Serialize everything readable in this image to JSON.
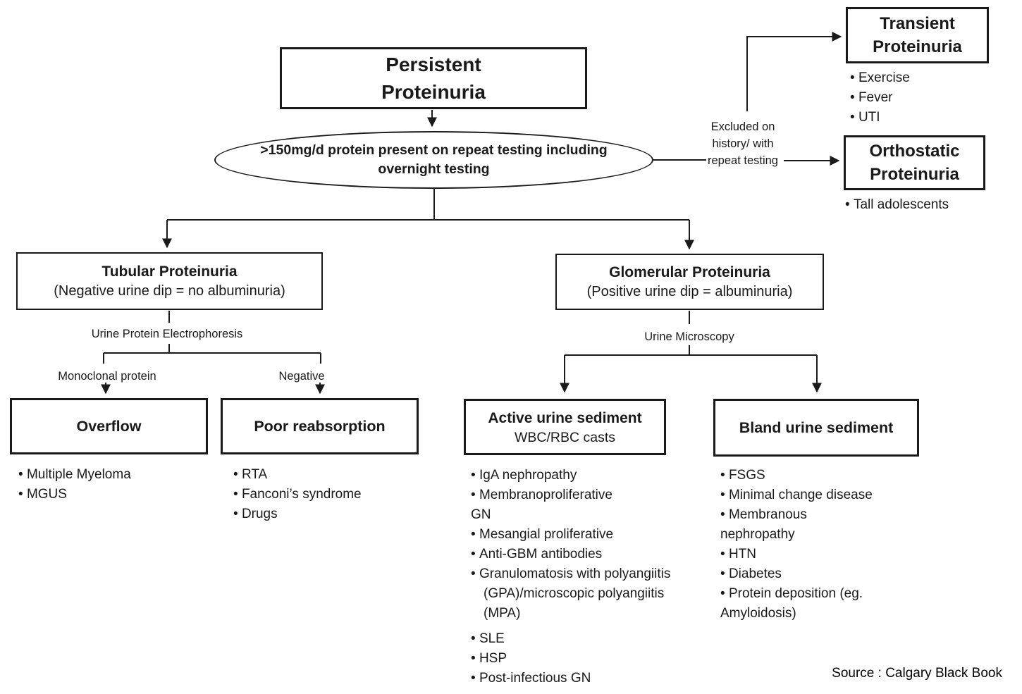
{
  "colors": {
    "line": "#1a1a1a",
    "text": "#1a1a1a",
    "background": "#ffffff"
  },
  "nodes": {
    "persistent": {
      "lines": [
        "Persistent",
        "Proteinuria"
      ]
    },
    "criteria": {
      "text": ">150mg/d protein present on repeat testing including overnight testing"
    },
    "excluded_note": "Excluded on history/ with repeat testing",
    "transient": {
      "title": "Transient Proteinuria",
      "items": [
        "Exercise",
        "Fever",
        "UTI"
      ]
    },
    "orthostatic": {
      "title": "Orthostatic Proteinuria",
      "items": [
        "Tall adolescents"
      ]
    },
    "tubular": {
      "title": "Tubular Proteinuria",
      "subtitle": "(Negative urine dip = no albuminuria)"
    },
    "glomerular": {
      "title": "Glomerular Proteinuria",
      "subtitle": "(Positive urine dip = albuminuria)"
    },
    "upe_label": "Urine Protein Electrophoresis",
    "monoclonal_label": "Monoclonal protein",
    "negative_label": "Negative",
    "microscopy_label": "Urine Microscopy",
    "overflow": {
      "title": "Overflow",
      "items": [
        "Multiple Myeloma",
        "MGUS"
      ]
    },
    "poor_reabsorption": {
      "title": "Poor reabsorption",
      "items": [
        "RTA",
        "Fanconi’s syndrome",
        "Drugs"
      ]
    },
    "active_sediment": {
      "title": "Active urine sediment",
      "subtitle": "WBC/RBC casts",
      "items": [
        "IgA nephropathy",
        "Membranoproliferative GN",
        "Mesangial proliferative",
        "Anti-GBM antibodies",
        "Granulomatosis with polyangiitis (GPA)/microscopic polyangiitis (MPA)",
        "SLE",
        "HSP",
        "Post-infectious GN"
      ]
    },
    "bland_sediment": {
      "title": "Bland urine sediment",
      "items": [
        "FSGS",
        "Minimal change disease",
        "Membranous nephropathy",
        "HTN",
        "Diabetes",
        "Protein deposition (eg. Amyloidosis)"
      ]
    }
  },
  "source": "Source : Calgary Black Book"
}
